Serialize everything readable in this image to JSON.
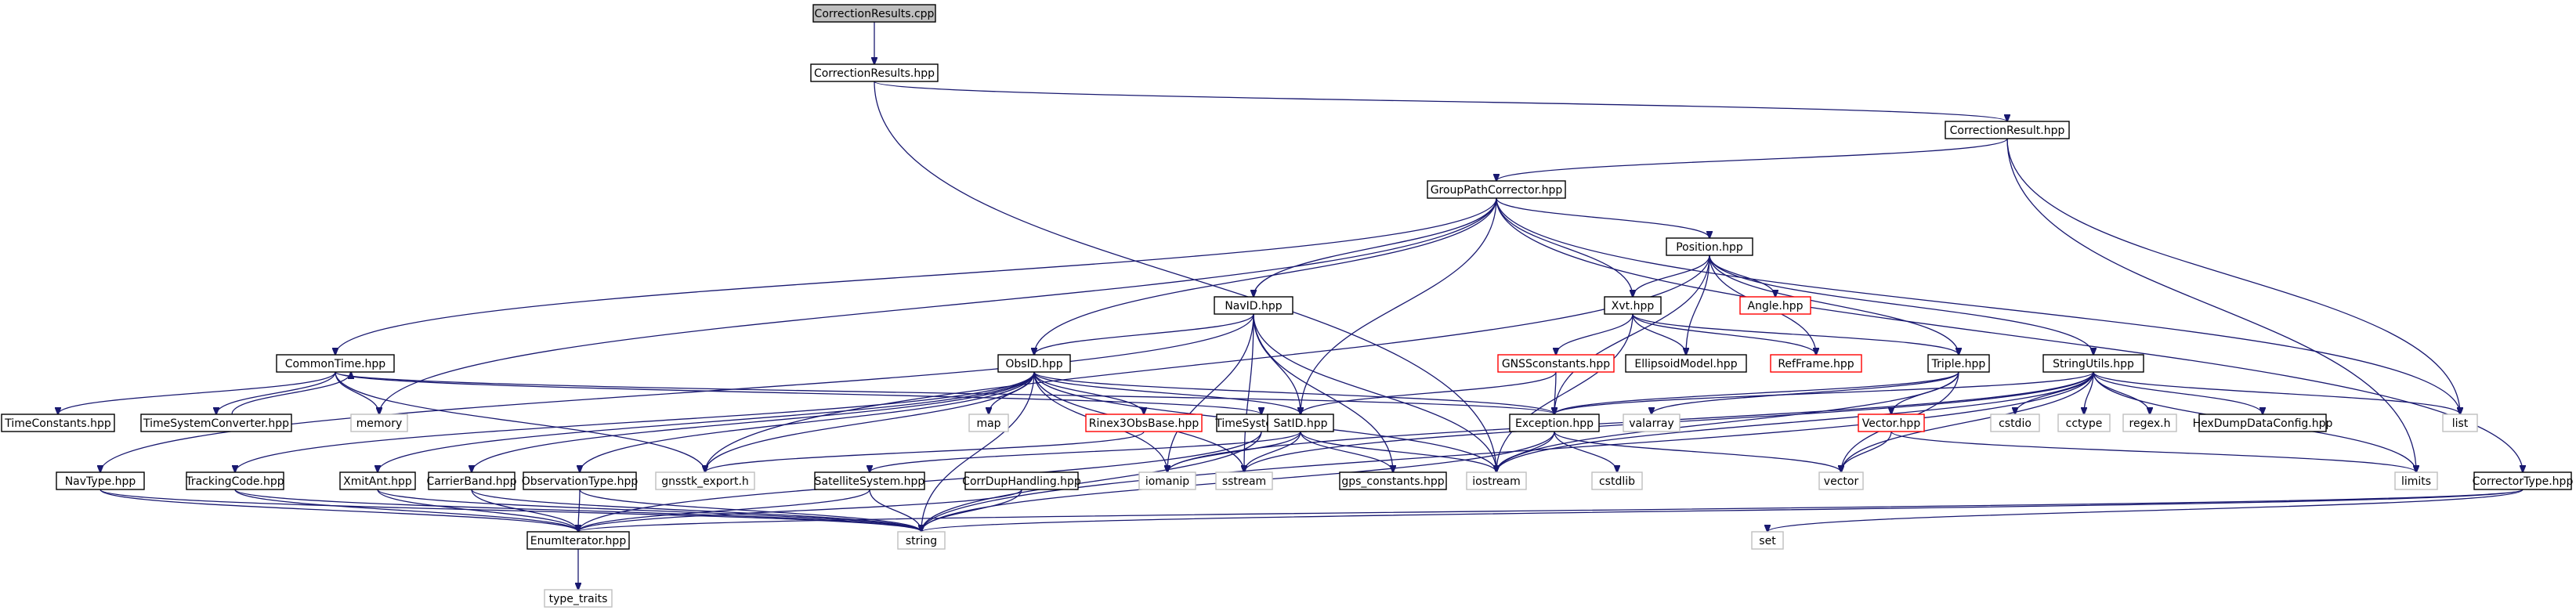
{
  "colors": {
    "edge": "#191970",
    "normal_border": "#000000",
    "external_border": "#bfbfbf",
    "incomplete_border": "#ff0000",
    "root_fill": "#bfbfbf",
    "node_fill": "#ffffff",
    "external_text": "#555555"
  },
  "nodes": [
    {
      "id": "root",
      "label": "CorrectionResults.cpp",
      "kind": "root"
    },
    {
      "id": "crh",
      "label": "CorrectionResults.hpp",
      "kind": "normal"
    },
    {
      "id": "cr1",
      "label": "CorrectionResult.hpp",
      "kind": "normal"
    },
    {
      "id": "gpc",
      "label": "GroupPathCorrector.hpp",
      "kind": "normal"
    },
    {
      "id": "pos",
      "label": "Position.hpp",
      "kind": "normal"
    },
    {
      "id": "nav",
      "label": "NavID.hpp",
      "kind": "normal"
    },
    {
      "id": "xvt",
      "label": "Xvt.hpp",
      "kind": "normal"
    },
    {
      "id": "angle",
      "label": "Angle.hpp",
      "kind": "incomplete"
    },
    {
      "id": "ct",
      "label": "CommonTime.hpp",
      "kind": "normal"
    },
    {
      "id": "obs",
      "label": "ObsID.hpp",
      "kind": "normal"
    },
    {
      "id": "gnss",
      "label": "GNSSconstants.hpp",
      "kind": "incomplete"
    },
    {
      "id": "ell",
      "label": "EllipsoidModel.hpp",
      "kind": "normal"
    },
    {
      "id": "ref",
      "label": "RefFrame.hpp",
      "kind": "incomplete"
    },
    {
      "id": "triple",
      "label": "Triple.hpp",
      "kind": "normal"
    },
    {
      "id": "su",
      "label": "StringUtils.hpp",
      "kind": "normal"
    },
    {
      "id": "tc",
      "label": "TimeConstants.hpp",
      "kind": "normal"
    },
    {
      "id": "tsc",
      "label": "TimeSystemConverter.hpp",
      "kind": "normal"
    },
    {
      "id": "memory",
      "label": "memory",
      "kind": "external"
    },
    {
      "id": "map",
      "label": "map",
      "kind": "external"
    },
    {
      "id": "r3",
      "label": "Rinex3ObsBase.hpp",
      "kind": "incomplete"
    },
    {
      "id": "ts",
      "label": "TimeSystem.hpp",
      "kind": "normal"
    },
    {
      "id": "sat",
      "label": "SatID.hpp",
      "kind": "normal"
    },
    {
      "id": "exc",
      "label": "Exception.hpp",
      "kind": "normal"
    },
    {
      "id": "valarray",
      "label": "valarray",
      "kind": "external"
    },
    {
      "id": "vec",
      "label": "Vector.hpp",
      "kind": "incomplete"
    },
    {
      "id": "cstdio",
      "label": "cstdio",
      "kind": "external"
    },
    {
      "id": "cctype",
      "label": "cctype",
      "kind": "external"
    },
    {
      "id": "regex",
      "label": "regex.h",
      "kind": "external"
    },
    {
      "id": "hex",
      "label": "HexDumpDataConfig.hpp",
      "kind": "normal"
    },
    {
      "id": "list",
      "label": "list",
      "kind": "external"
    },
    {
      "id": "navtype",
      "label": "NavType.hpp",
      "kind": "normal"
    },
    {
      "id": "track",
      "label": "TrackingCode.hpp",
      "kind": "normal"
    },
    {
      "id": "xmit",
      "label": "XmitAnt.hpp",
      "kind": "normal"
    },
    {
      "id": "carrier",
      "label": "CarrierBand.hpp",
      "kind": "normal"
    },
    {
      "id": "gnsstk",
      "label": "gnsstk_export.h",
      "kind": "external"
    },
    {
      "id": "obstype",
      "label": "ObservationType.hpp",
      "kind": "normal"
    },
    {
      "id": "satsys",
      "label": "SatelliteSystem.hpp",
      "kind": "normal"
    },
    {
      "id": "corr",
      "label": "CorrDupHandling.hpp",
      "kind": "normal"
    },
    {
      "id": "iomanip",
      "label": "iomanip",
      "kind": "external"
    },
    {
      "id": "sstream",
      "label": "sstream",
      "kind": "external"
    },
    {
      "id": "gpsc",
      "label": "gps_constants.hpp",
      "kind": "normal"
    },
    {
      "id": "iostream",
      "label": "iostream",
      "kind": "external"
    },
    {
      "id": "cstdlib",
      "label": "cstdlib",
      "kind": "external"
    },
    {
      "id": "vector",
      "label": "vector",
      "kind": "external"
    },
    {
      "id": "limits",
      "label": "limits",
      "kind": "external"
    },
    {
      "id": "ctype",
      "label": "CorrectorType.hpp",
      "kind": "normal"
    },
    {
      "id": "enum",
      "label": "EnumIterator.hpp",
      "kind": "normal"
    },
    {
      "id": "string",
      "label": "string",
      "kind": "external"
    },
    {
      "id": "set",
      "label": "set",
      "kind": "external"
    },
    {
      "id": "traits",
      "label": "type_traits",
      "kind": "external"
    }
  ],
  "edges": [
    [
      "root",
      "crh"
    ],
    [
      "crh",
      "cr1"
    ],
    [
      "crh",
      "iostream"
    ],
    [
      "cr1",
      "gpc"
    ],
    [
      "cr1",
      "list"
    ],
    [
      "cr1",
      "limits"
    ],
    [
      "gpc",
      "ct"
    ],
    [
      "gpc",
      "memory"
    ],
    [
      "gpc",
      "obs"
    ],
    [
      "gpc",
      "nav"
    ],
    [
      "gpc",
      "sat"
    ],
    [
      "gpc",
      "pos"
    ],
    [
      "gpc",
      "xvt"
    ],
    [
      "gpc",
      "list"
    ],
    [
      "gpc",
      "ctype"
    ],
    [
      "pos",
      "angle"
    ],
    [
      "pos",
      "xvt"
    ],
    [
      "pos",
      "ell"
    ],
    [
      "pos",
      "ref"
    ],
    [
      "pos",
      "triple"
    ],
    [
      "pos",
      "su"
    ],
    [
      "pos",
      "exc"
    ],
    [
      "pos",
      "gnsstk"
    ],
    [
      "nav",
      "obs"
    ],
    [
      "nav",
      "sat"
    ],
    [
      "nav",
      "navtype"
    ],
    [
      "nav",
      "iomanip"
    ],
    [
      "nav",
      "sstream"
    ],
    [
      "nav",
      "iostream"
    ],
    [
      "nav",
      "gpsc"
    ],
    [
      "xvt",
      "ell"
    ],
    [
      "xvt",
      "ref"
    ],
    [
      "xvt",
      "triple"
    ],
    [
      "xvt",
      "gnss"
    ],
    [
      "xvt",
      "iostream"
    ],
    [
      "ct",
      "tc"
    ],
    [
      "ct",
      "tsc"
    ],
    [
      "ct",
      "ts"
    ],
    [
      "ct",
      "exc"
    ],
    [
      "ct",
      "memory"
    ],
    [
      "ct",
      "gnsstk"
    ],
    [
      "tsc",
      "ct"
    ],
    [
      "obs",
      "map"
    ],
    [
      "obs",
      "r3"
    ],
    [
      "obs",
      "sat"
    ],
    [
      "obs",
      "exc"
    ],
    [
      "obs",
      "track"
    ],
    [
      "obs",
      "xmit"
    ],
    [
      "obs",
      "carrier"
    ],
    [
      "obs",
      "obstype"
    ],
    [
      "obs",
      "gnsstk"
    ],
    [
      "obs",
      "iomanip"
    ],
    [
      "obs",
      "sstream"
    ],
    [
      "obs",
      "iostream"
    ],
    [
      "obs",
      "string"
    ],
    [
      "gnss",
      "exc"
    ],
    [
      "gnss",
      "sat"
    ],
    [
      "triple",
      "exc"
    ],
    [
      "triple",
      "vec"
    ],
    [
      "triple",
      "valarray"
    ],
    [
      "triple",
      "vector"
    ],
    [
      "triple",
      "iostream"
    ],
    [
      "su",
      "exc"
    ],
    [
      "su",
      "cstdio"
    ],
    [
      "su",
      "cctype"
    ],
    [
      "su",
      "regex"
    ],
    [
      "su",
      "hex"
    ],
    [
      "su",
      "list"
    ],
    [
      "su",
      "limits"
    ],
    [
      "su",
      "vector"
    ],
    [
      "su",
      "string"
    ],
    [
      "su",
      "iomanip"
    ],
    [
      "su",
      "sstream"
    ],
    [
      "su",
      "iostream"
    ],
    [
      "r3",
      "gnsstk"
    ],
    [
      "ts",
      "enum"
    ],
    [
      "ts",
      "string"
    ],
    [
      "sat",
      "satsys"
    ],
    [
      "sat",
      "gpsc"
    ],
    [
      "sat",
      "iomanip"
    ],
    [
      "sat",
      "sstream"
    ],
    [
      "sat",
      "iostream"
    ],
    [
      "exc",
      "vector"
    ],
    [
      "exc",
      "cstdlib"
    ],
    [
      "exc",
      "iostream"
    ],
    [
      "exc",
      "string"
    ],
    [
      "vec",
      "limits"
    ],
    [
      "vec",
      "vector"
    ],
    [
      "navtype",
      "enum"
    ],
    [
      "navtype",
      "string"
    ],
    [
      "track",
      "enum"
    ],
    [
      "track",
      "string"
    ],
    [
      "xmit",
      "enum"
    ],
    [
      "xmit",
      "string"
    ],
    [
      "carrier",
      "enum"
    ],
    [
      "carrier",
      "string"
    ],
    [
      "obstype",
      "enum"
    ],
    [
      "obstype",
      "string"
    ],
    [
      "satsys",
      "enum"
    ],
    [
      "satsys",
      "string"
    ],
    [
      "corr",
      "enum"
    ],
    [
      "corr",
      "string"
    ],
    [
      "ctype",
      "enum"
    ],
    [
      "ctype",
      "string"
    ],
    [
      "ctype",
      "set"
    ],
    [
      "enum",
      "traits"
    ]
  ]
}
